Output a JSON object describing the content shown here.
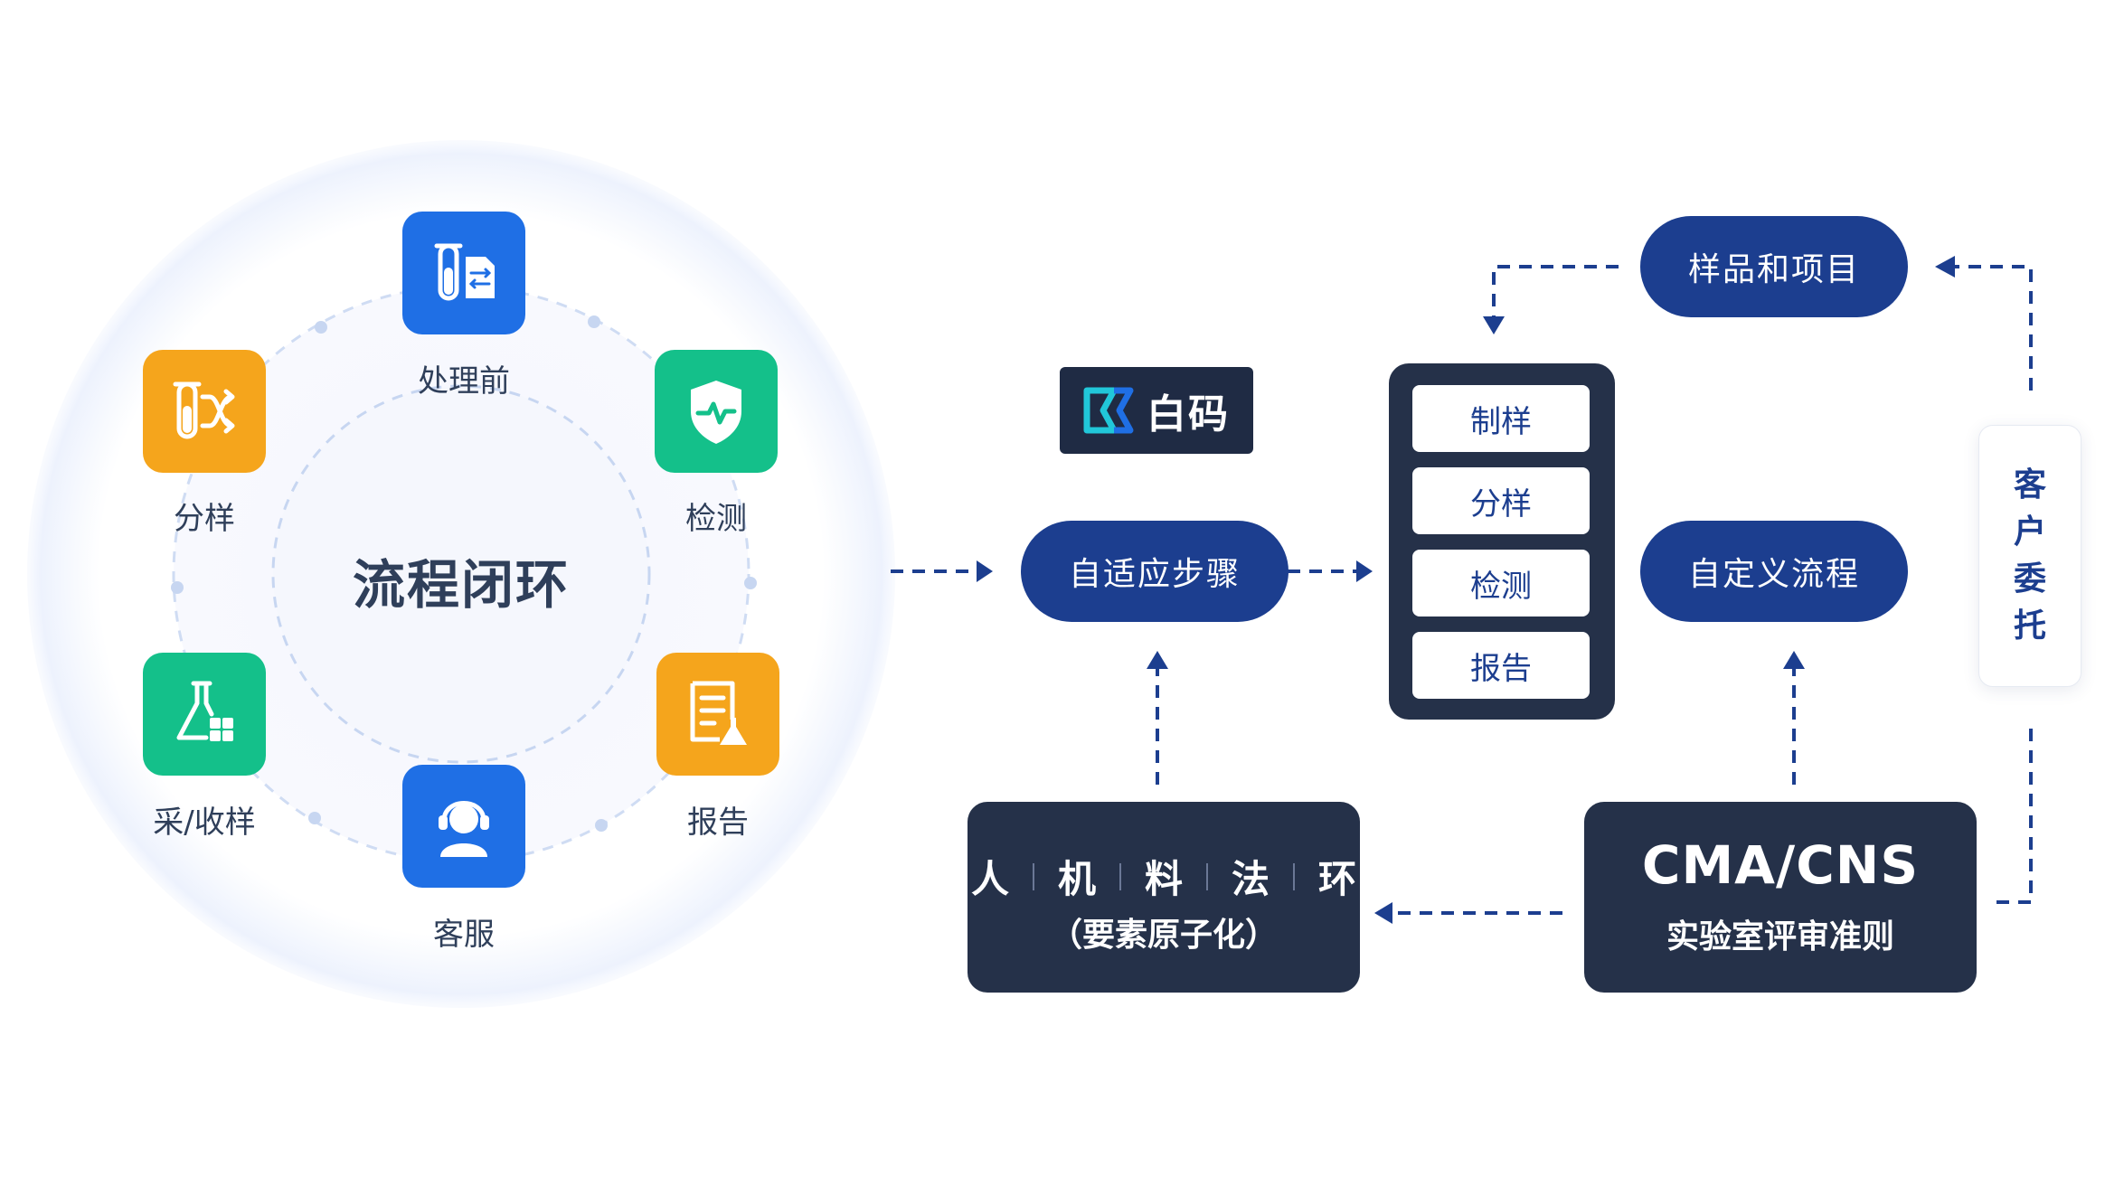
{
  "cycle": {
    "title": "流程闭环",
    "items": [
      {
        "label": "处理前",
        "icon": "tube-document-icon",
        "color": "#1f6fe5"
      },
      {
        "label": "检测",
        "icon": "shield-pulse-icon",
        "color": "#14c08a"
      },
      {
        "label": "报告",
        "icon": "report-flask-icon",
        "color": "#f5a51c"
      },
      {
        "label": "客服",
        "icon": "headset-user-icon",
        "color": "#1f6fe5"
      },
      {
        "label": "采/收样",
        "icon": "flask-grid-icon",
        "color": "#14c08a"
      },
      {
        "label": "分样",
        "icon": "tube-split-icon",
        "color": "#f5a51c"
      }
    ]
  },
  "brand": {
    "name": "白码",
    "logo_icon": "baima-logo-icon"
  },
  "flow": {
    "adaptive_steps": "自适应步骤",
    "custom_flow": "自定义流程",
    "samples_projects": "样品和项目",
    "steps": [
      "制样",
      "分样",
      "检测",
      "报告"
    ],
    "elements": {
      "items": [
        "人",
        "机",
        "料",
        "法",
        "环"
      ],
      "note": "（要素原子化）"
    },
    "standard": {
      "title": "CMA/CNS",
      "subtitle": "实验室评审准则"
    },
    "client": [
      "客",
      "户",
      "委",
      "托"
    ]
  },
  "colors": {
    "navy": "#1c3e8f",
    "dark": "#253149",
    "arrow": "#1c3e8f"
  }
}
